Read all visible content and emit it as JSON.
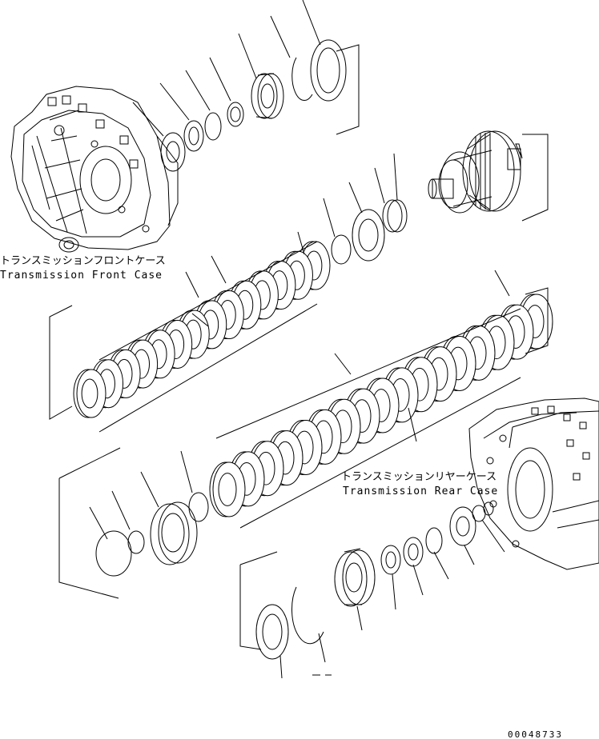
{
  "labels": {
    "front_case_jp": "トランスミッションフロントケース",
    "front_case_en": "Transmission Front Case",
    "rear_case_jp": "トランスミッションリヤーケース",
    "rear_case_en": "Transmission Rear Case",
    "drawing_code": "00048733"
  },
  "colors": {
    "line": "#000000",
    "background": "#ffffff"
  }
}
